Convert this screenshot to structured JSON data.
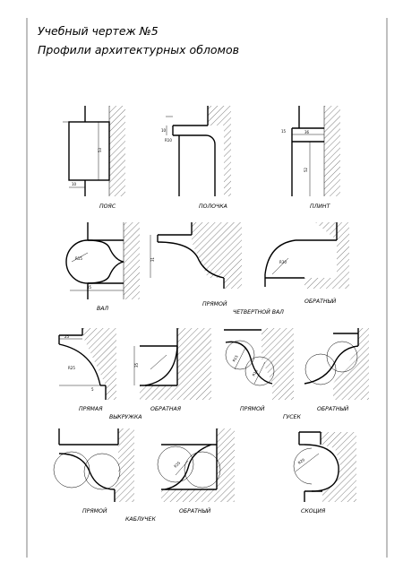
{
  "sheet": {
    "title_line1": "Учебный чертеж №5",
    "title_line2": "Профили архитектурных обломов"
  },
  "labels": {
    "poyas": "ПОЯС",
    "polochka": "ПОЛОЧКА",
    "plint": "ПЛИНТ",
    "val": "ВАЛ",
    "chetvertnoy_pryamoy": "ПРЯМОЙ",
    "chetvertnoy_val": "ЧЕТВЕРТНОЙ ВАЛ",
    "chetvertnoy_obratny": "ОБРАТНЫЙ",
    "vykruzhka_pryamaya": "ПРЯМАЯ",
    "vykruzhka": "ВЫКРУЖКА",
    "vykruzhka_obratnaya": "ОБРАТНАЯ",
    "gusek_pryamoy": "ПРЯМОЙ",
    "gusek": "ГУСЕК",
    "gusek_obratny": "ОБРАТНЫЙ",
    "kablychek_pryamoy": "ПРЯМОЙ",
    "kablychek": "КАБЛУЧЕК",
    "kablychek_obratny": "ОБРАТНЫЙ",
    "skotsiya": "СКОЦИЯ"
  },
  "dimensions": {
    "poyas_height": "53",
    "poyas_proj": "10",
    "polochka_h": "10",
    "polochka_r": "R10",
    "plint_w": "36",
    "plint_proj": "15",
    "plint_h": "52",
    "val_r": "R15",
    "val_base": "35",
    "chv_h": "31",
    "chv_r": "R30",
    "vyk_w": "25",
    "vyk_r": "R25",
    "vyk_b": "5",
    "vyk2_h": "35",
    "gus_r1": "R15",
    "gus_r2": "R15",
    "kab_r": "R25",
    "sko_r": "R20"
  }
}
